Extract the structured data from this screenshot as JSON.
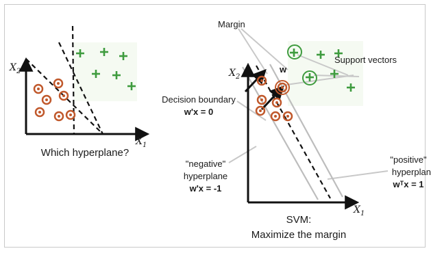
{
  "left_panel": {
    "x_axis_label": "X1",
    "y_axis_label": "X2",
    "caption": "Which hyperplane?",
    "negative_points": [
      [
        56,
        130
      ],
      [
        85,
        122
      ],
      [
        68,
        146
      ],
      [
        93,
        140
      ],
      [
        58,
        164
      ],
      [
        86,
        170
      ],
      [
        103,
        168
      ]
    ],
    "positive_points": [
      [
        117,
        78
      ],
      [
        152,
        76
      ],
      [
        180,
        82
      ],
      [
        140,
        108
      ],
      [
        170,
        110
      ],
      [
        192,
        126
      ]
    ]
  },
  "right_panel": {
    "x_axis_label": "X1",
    "y_axis_label": "X2",
    "weight_label": "w",
    "margin_label": "Margin",
    "support_vectors_label": "Support vectors",
    "decision_boundary_line1": "Decision boundary",
    "decision_boundary_eq": "w'x = 0",
    "negative_hp_line1": "\"negative\"",
    "negative_hp_line2": "hyperplane",
    "negative_hp_eq": "w'x = -1",
    "positive_hp_line1": "\"positive\"",
    "positive_hp_line2": "hyperplane",
    "positive_hp_eq": "wᵀx = 1",
    "caption_line1": "SVM:",
    "caption_line2": "Maximize the margin",
    "negative_points": [
      [
        382,
        118
      ],
      [
        382,
        146
      ],
      [
        412,
        128
      ],
      [
        404,
        150
      ],
      [
        380,
        162
      ],
      [
        402,
        170
      ],
      [
        420,
        170
      ]
    ],
    "positive_points": [
      [
        429,
        77
      ],
      [
        468,
        80
      ],
      [
        494,
        78
      ],
      [
        452,
        113
      ],
      [
        488,
        108
      ],
      [
        512,
        128
      ]
    ],
    "support_vectors": [
      [
        430,
        76
      ],
      [
        412,
        128
      ],
      [
        452,
        114
      ]
    ]
  },
  "colors": {
    "negative": "#c0582b",
    "positive": "#3e9b3e",
    "lines": "#111111",
    "callouts": "#c8c8c8"
  }
}
